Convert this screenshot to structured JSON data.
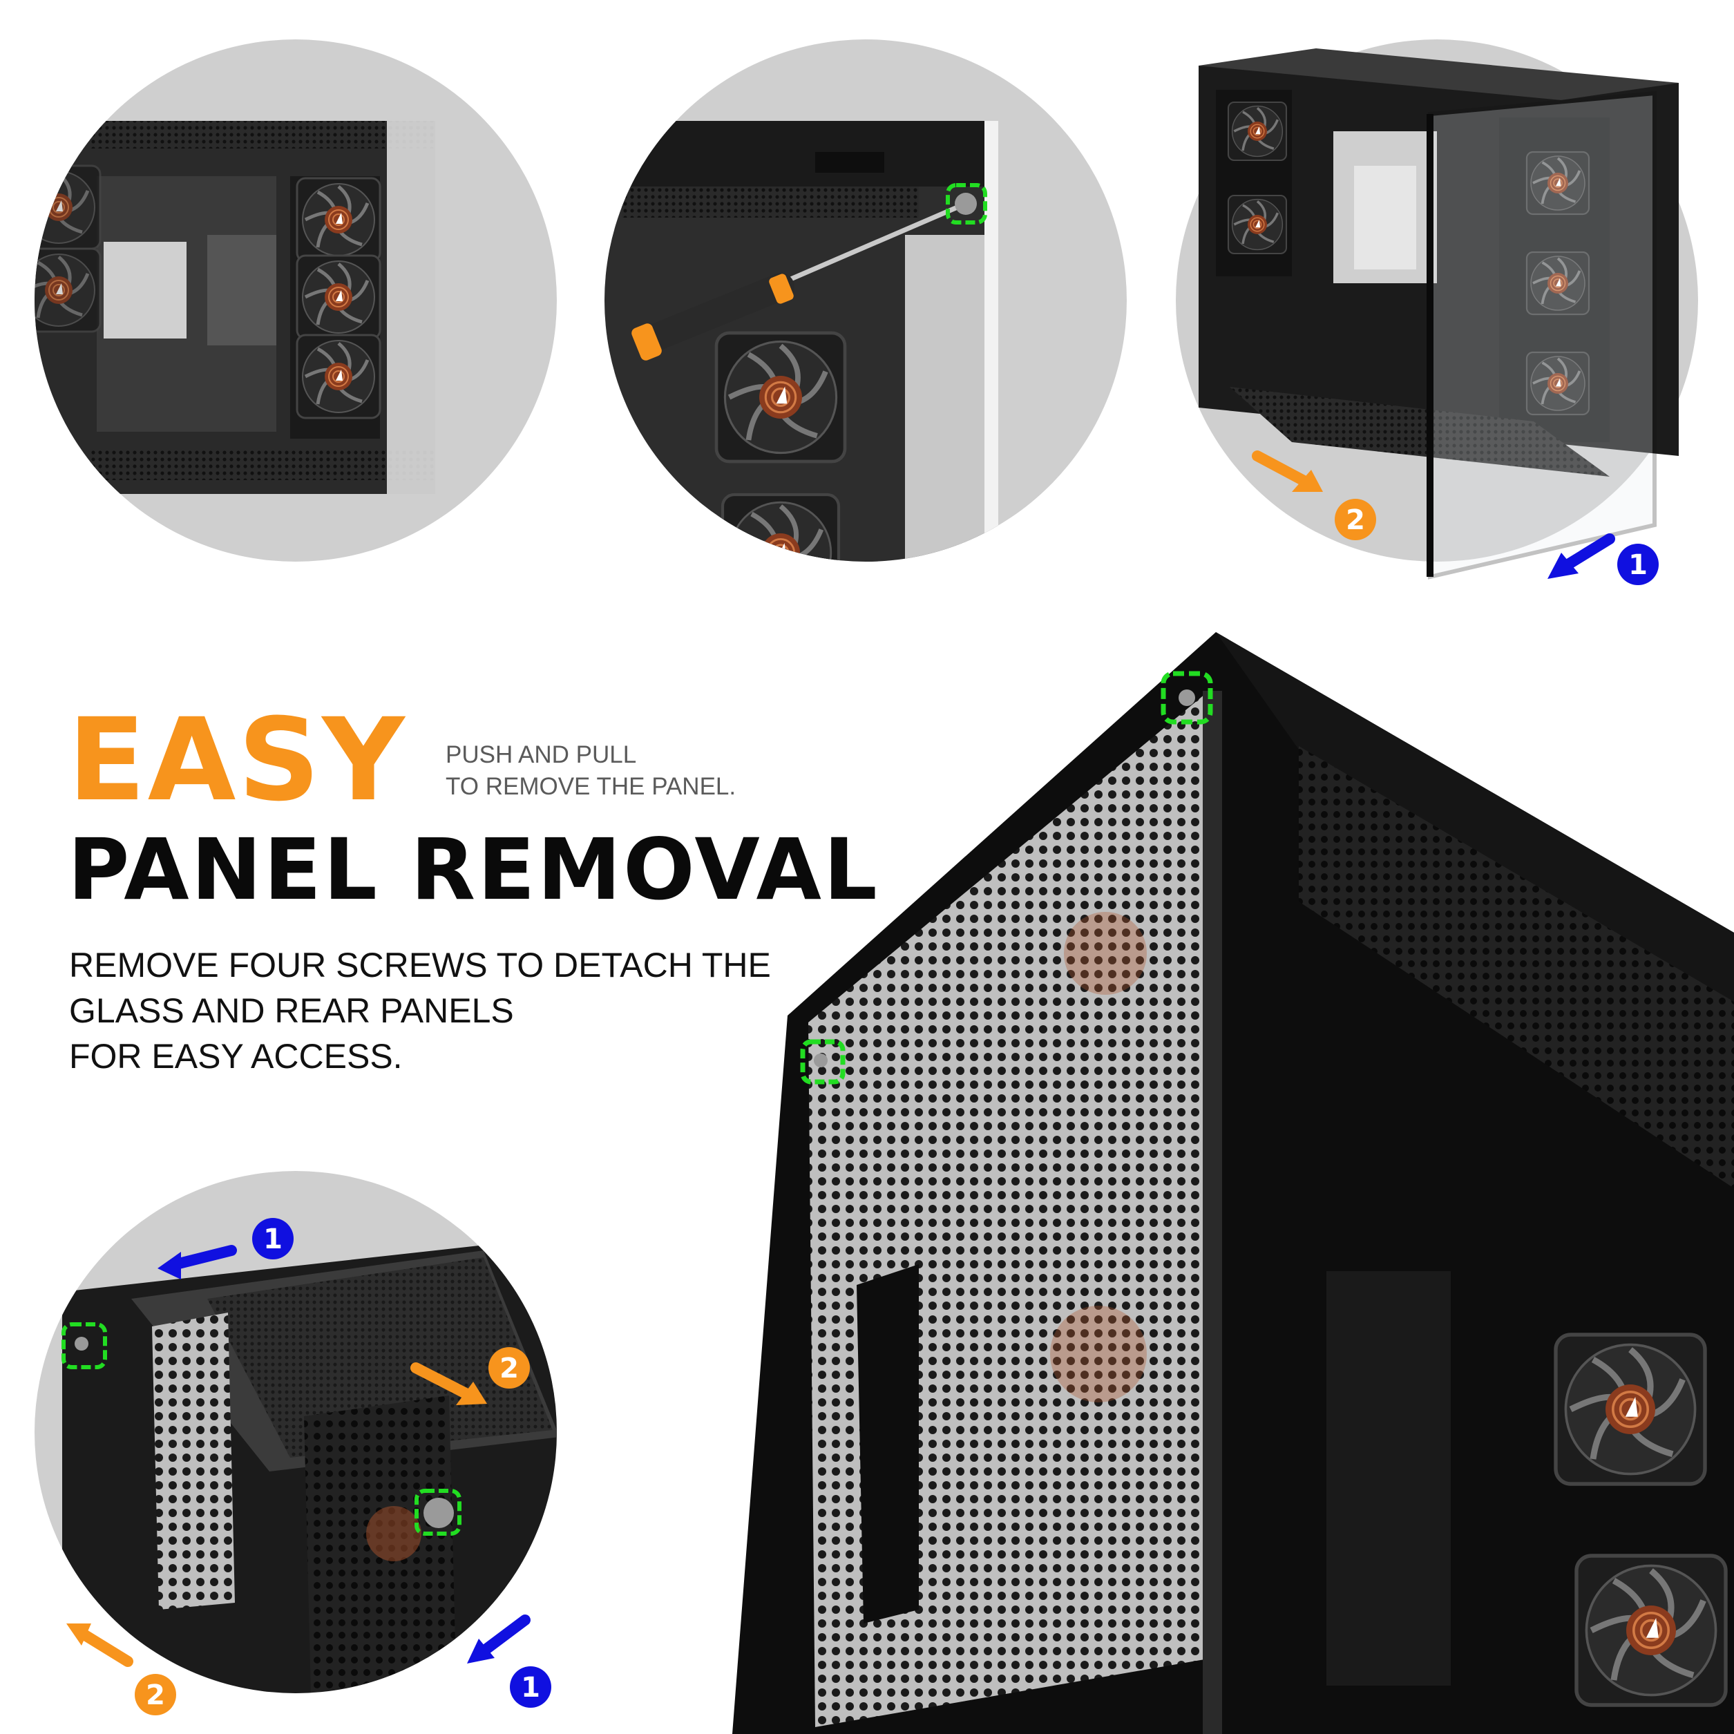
{
  "headline": {
    "line1": "EASY",
    "line2": "PANEL REMOVAL",
    "accent_color": "#f7941d",
    "text_color": "#0a0a0a"
  },
  "instruction": {
    "line1": "PUSH AND PULL",
    "line2": "TO REMOVE THE PANEL."
  },
  "description": {
    "line1": "REMOVE FOUR SCREWS TO DETACH THE",
    "line2": "GLASS AND REAR PANELS",
    "line3": "FOR EASY ACCESS."
  },
  "step_markers": {
    "one": "1",
    "two": "2",
    "color_step1": "#1010e0",
    "color_step2": "#f7941d",
    "screw_highlight": "#22dd22"
  },
  "icons": [
    "screw-highlight-icon",
    "arrow-icon",
    "fan-icon",
    "screwdriver-icon"
  ]
}
